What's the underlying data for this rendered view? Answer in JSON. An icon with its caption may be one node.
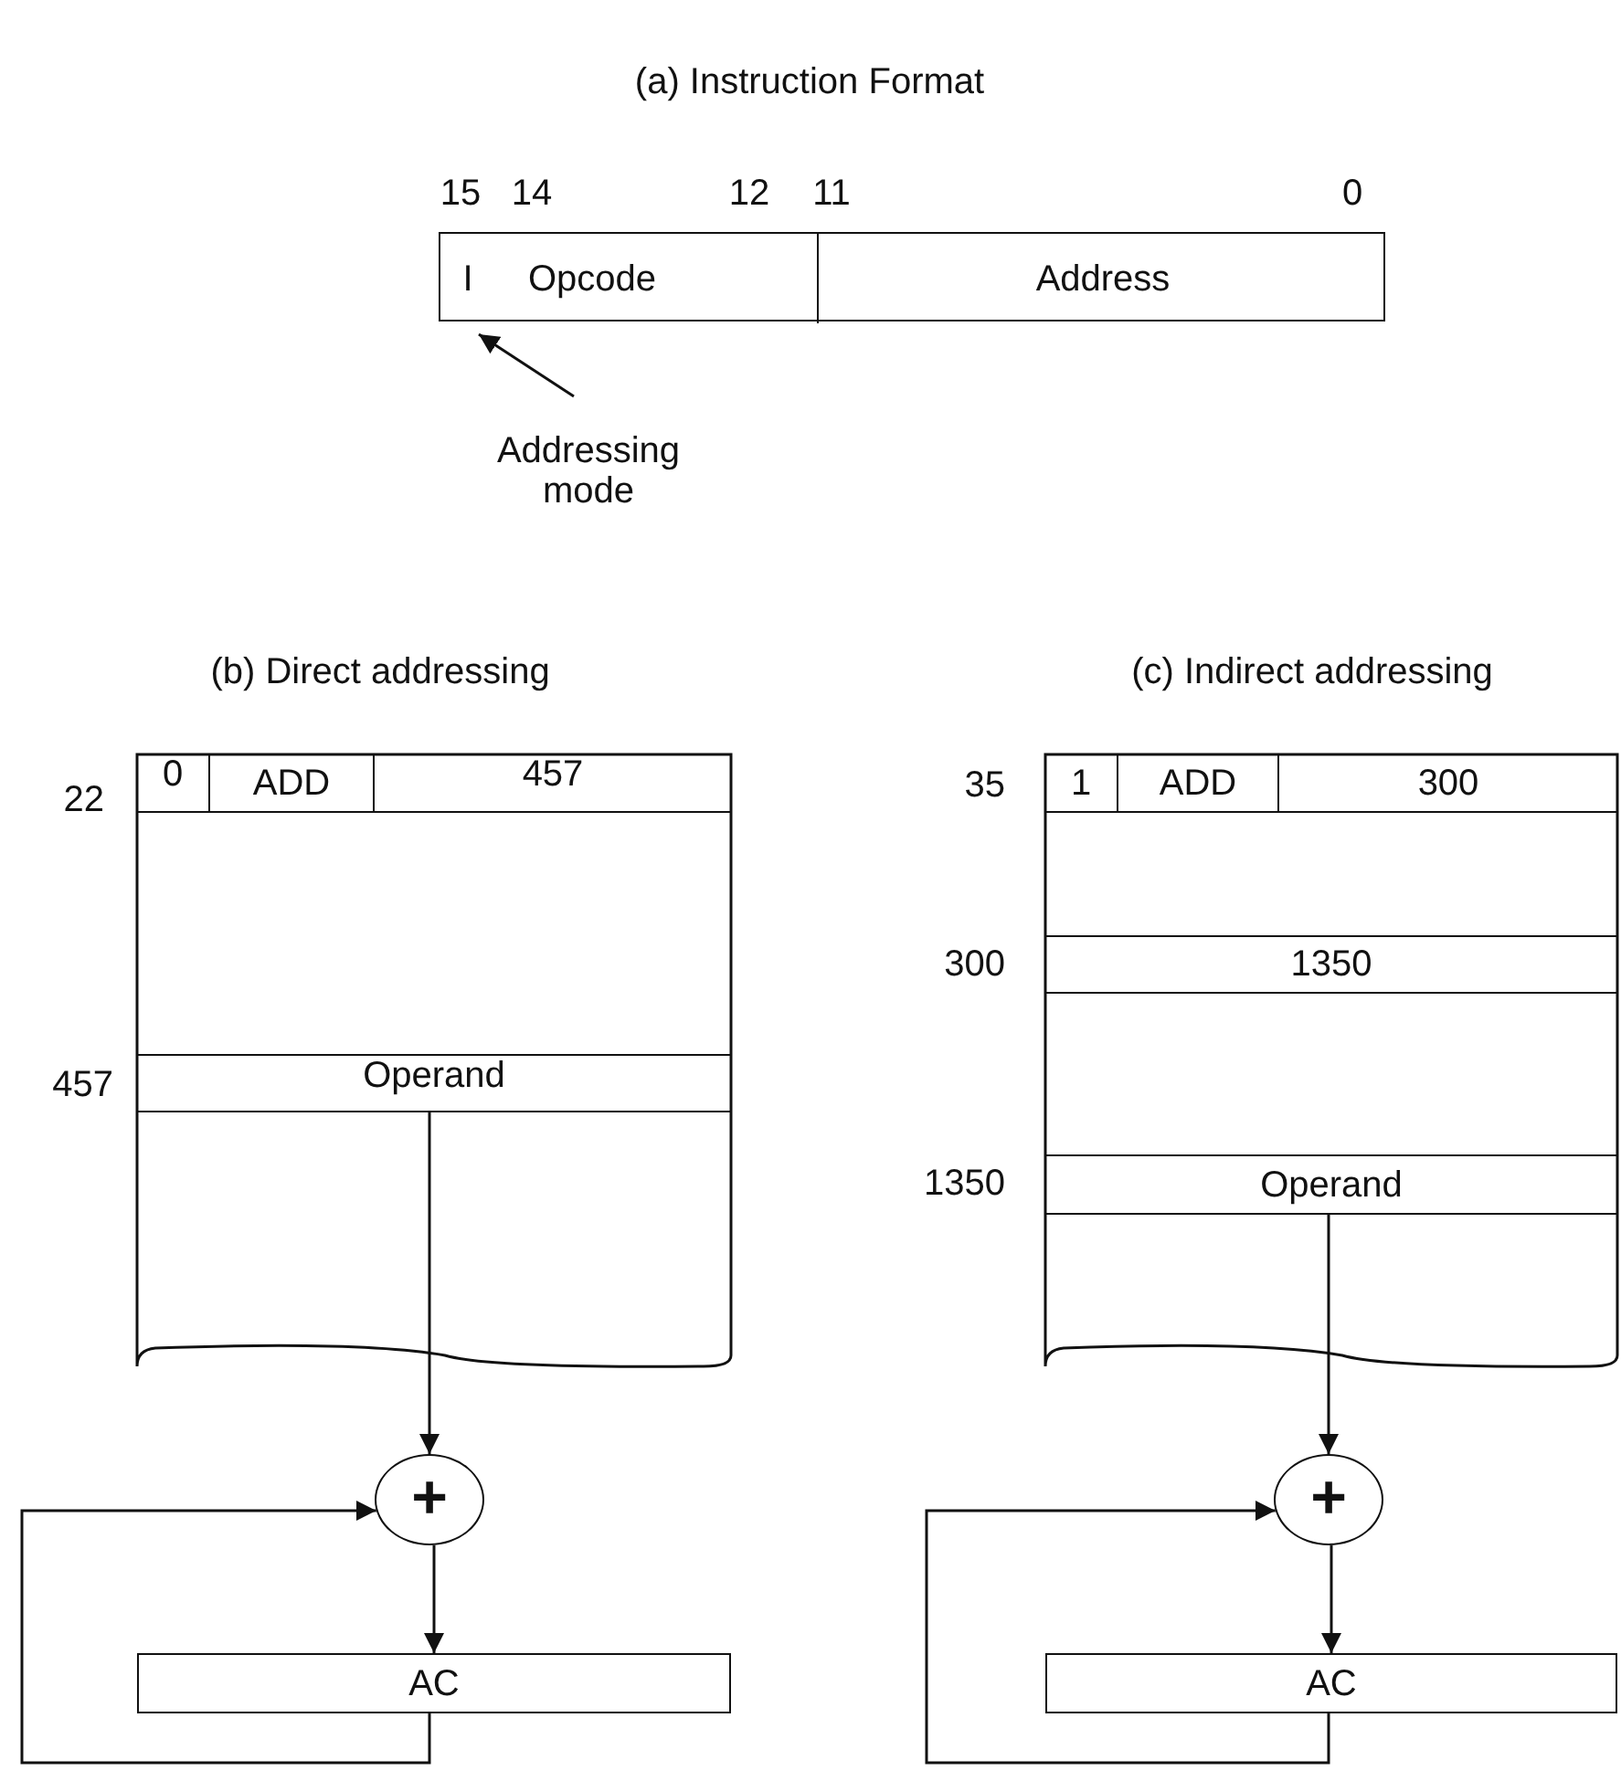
{
  "diagram": {
    "nodes": [
      {
        "text": [],
        "shape": "box"
      },
      {
        "text": [
          "I"
        ],
        "in": 0
      },
      {
        "text": [
          "Opcode"
        ],
        "in": 0
      },
      {
        "text": [
          "Address"
        ],
        "in": 0
      },
      {
        "text": [
          "Addressing mode"
        ]
      },
      {
        "text": [],
        "shape": "box"
      },
      {
        "text": [
          "0"
        ],
        "in": 5
      },
      {
        "text": [
          "ADD"
        ],
        "in": 5
      },
      {
        "text": [
          "457"
        ],
        "in": 5
      },
      {
        "text": [
          "Operand"
        ],
        "in": 5
      },
      {
        "text": [
          "+"
        ]
      },
      {
        "text": [
          "AC"
        ]
      },
      {
        "text": [],
        "shape": "box"
      },
      {
        "text": [
          "1"
        ],
        "in": 12
      },
      {
        "text": [
          "ADD"
        ],
        "in": 12
      },
      {
        "text": [
          "300"
        ],
        "in": 12
      },
      {
        "text": [
          "1350"
        ],
        "in": 12
      },
      {
        "text": [
          "Operand"
        ],
        "in": 12
      },
      {
        "text": [
          "+"
        ]
      },
      {
        "text": [
          "AC"
        ]
      }
    ],
    "edges": [
      {
        "from": 4,
        "to": 1,
        "arrow": "to"
      },
      {
        "from": 9,
        "to": 10,
        "arrow": "to"
      },
      {
        "from": 10,
        "to": 11,
        "arrow": "to"
      },
      {
        "from": 11,
        "to": 10,
        "arrow": "to"
      },
      {
        "from": 17,
        "to": 18,
        "arrow": "to"
      },
      {
        "from": 18,
        "to": 19,
        "arrow": "to"
      },
      {
        "from": 19,
        "to": 18,
        "arrow": "to"
      }
    ],
    "labels": [
      "(a) Instruction Format",
      "15",
      "14",
      "12",
      "11",
      "0",
      "(b) Direct addressing",
      "(c) Indirect addressing",
      "22",
      "35",
      "300",
      "457",
      "1350"
    ]
  }
}
